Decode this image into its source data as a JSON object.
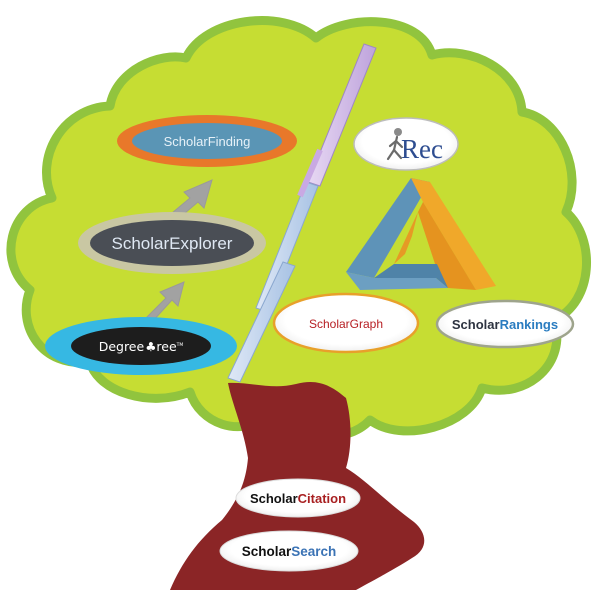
{
  "nodes": {
    "scholar_finding": "ScholarFinding",
    "scholar_explorer": "ScholarExplorer",
    "degreetree": {
      "part1": "Degree",
      "part2": "ree",
      "tm": "TM"
    },
    "rec": {
      "part1": "Rec"
    },
    "scholar_graph": "ScholarGraph",
    "scholar_rankings": {
      "part1": "Scholar",
      "part2": "Rankings"
    },
    "scholar_citation": {
      "part1": "Scholar",
      "part2": "Citation"
    },
    "scholar_search": {
      "part1": "Scholar",
      "part2": "Search"
    }
  },
  "colors": {
    "crown_fill": "#c6dd33",
    "crown_border": "#91c43e",
    "trunk": "#8b2526",
    "finding_outer": "#e8782a",
    "finding_inner": "#5a95b5",
    "explorer_outer": "#c9c7a3",
    "explorer_inner": "#4a4e55",
    "degreetree_outer": "#36b8e3",
    "degreetree_inner": "#1d1d1d",
    "triangle_blue": "#5e93b8",
    "triangle_orange": "#f0a82a",
    "citation_red": "#a81f21",
    "search_blue": "#3b73b5",
    "rankings_blue": "#2a7cc0",
    "graph_red": "#b72025",
    "rec_blue": "#2e4d90"
  }
}
